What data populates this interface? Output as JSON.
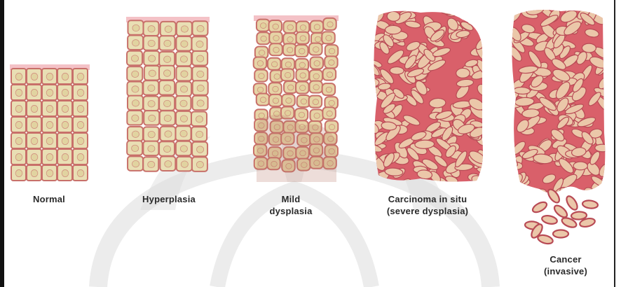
{
  "figure": {
    "stages": [
      {
        "key": "normal",
        "label": "Normal"
      },
      {
        "key": "hyperplasia",
        "label": "Hyperplasia"
      },
      {
        "key": "mild_dysplasia",
        "label_line1": "Mild",
        "label_line2": "dysplasia"
      },
      {
        "key": "carcinoma_in_situ",
        "label_line1": "Carcinoma in situ",
        "label_line2": "(severe dysplasia)"
      },
      {
        "key": "cancer",
        "label_line1": "Cancer",
        "label_line2": "(invasive)"
      }
    ]
  },
  "colors": {
    "cell_fill_normal": "#e9dfb4",
    "cell_border": "#c8706a",
    "tissue_red": "#d9606a",
    "cell_fill_abnormal": "#ebc7a9",
    "surface_pink": "#f2b7bd",
    "watermark": "#dcdcdc"
  }
}
